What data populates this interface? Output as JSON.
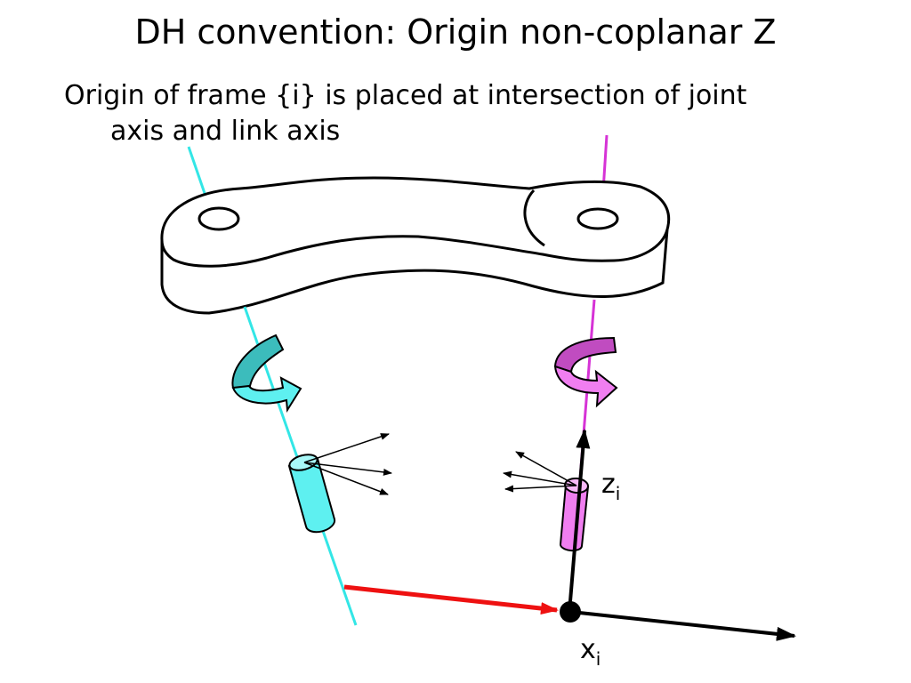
{
  "slide": {
    "title": "DH convention: Origin non-coplanar Z",
    "bullet_line1": "Origin of frame {i} is placed at intersection of joint",
    "bullet_line2": "axis and link axis"
  },
  "diagram": {
    "z_label_base": "z",
    "z_label_sub": "i",
    "x_label_base": "x",
    "x_label_sub": "i",
    "colors": {
      "joint_axis_prev": "#33e6e6",
      "joint_axis_i": "#d633d6",
      "cyan_fill": "#5ef0f0",
      "cyan_dark": "#3cbcbc",
      "magenta_fill": "#f07ef0",
      "magenta_dark": "#c04cc0",
      "link_normal": "#ee1111",
      "frame_axes": "#000000"
    }
  }
}
